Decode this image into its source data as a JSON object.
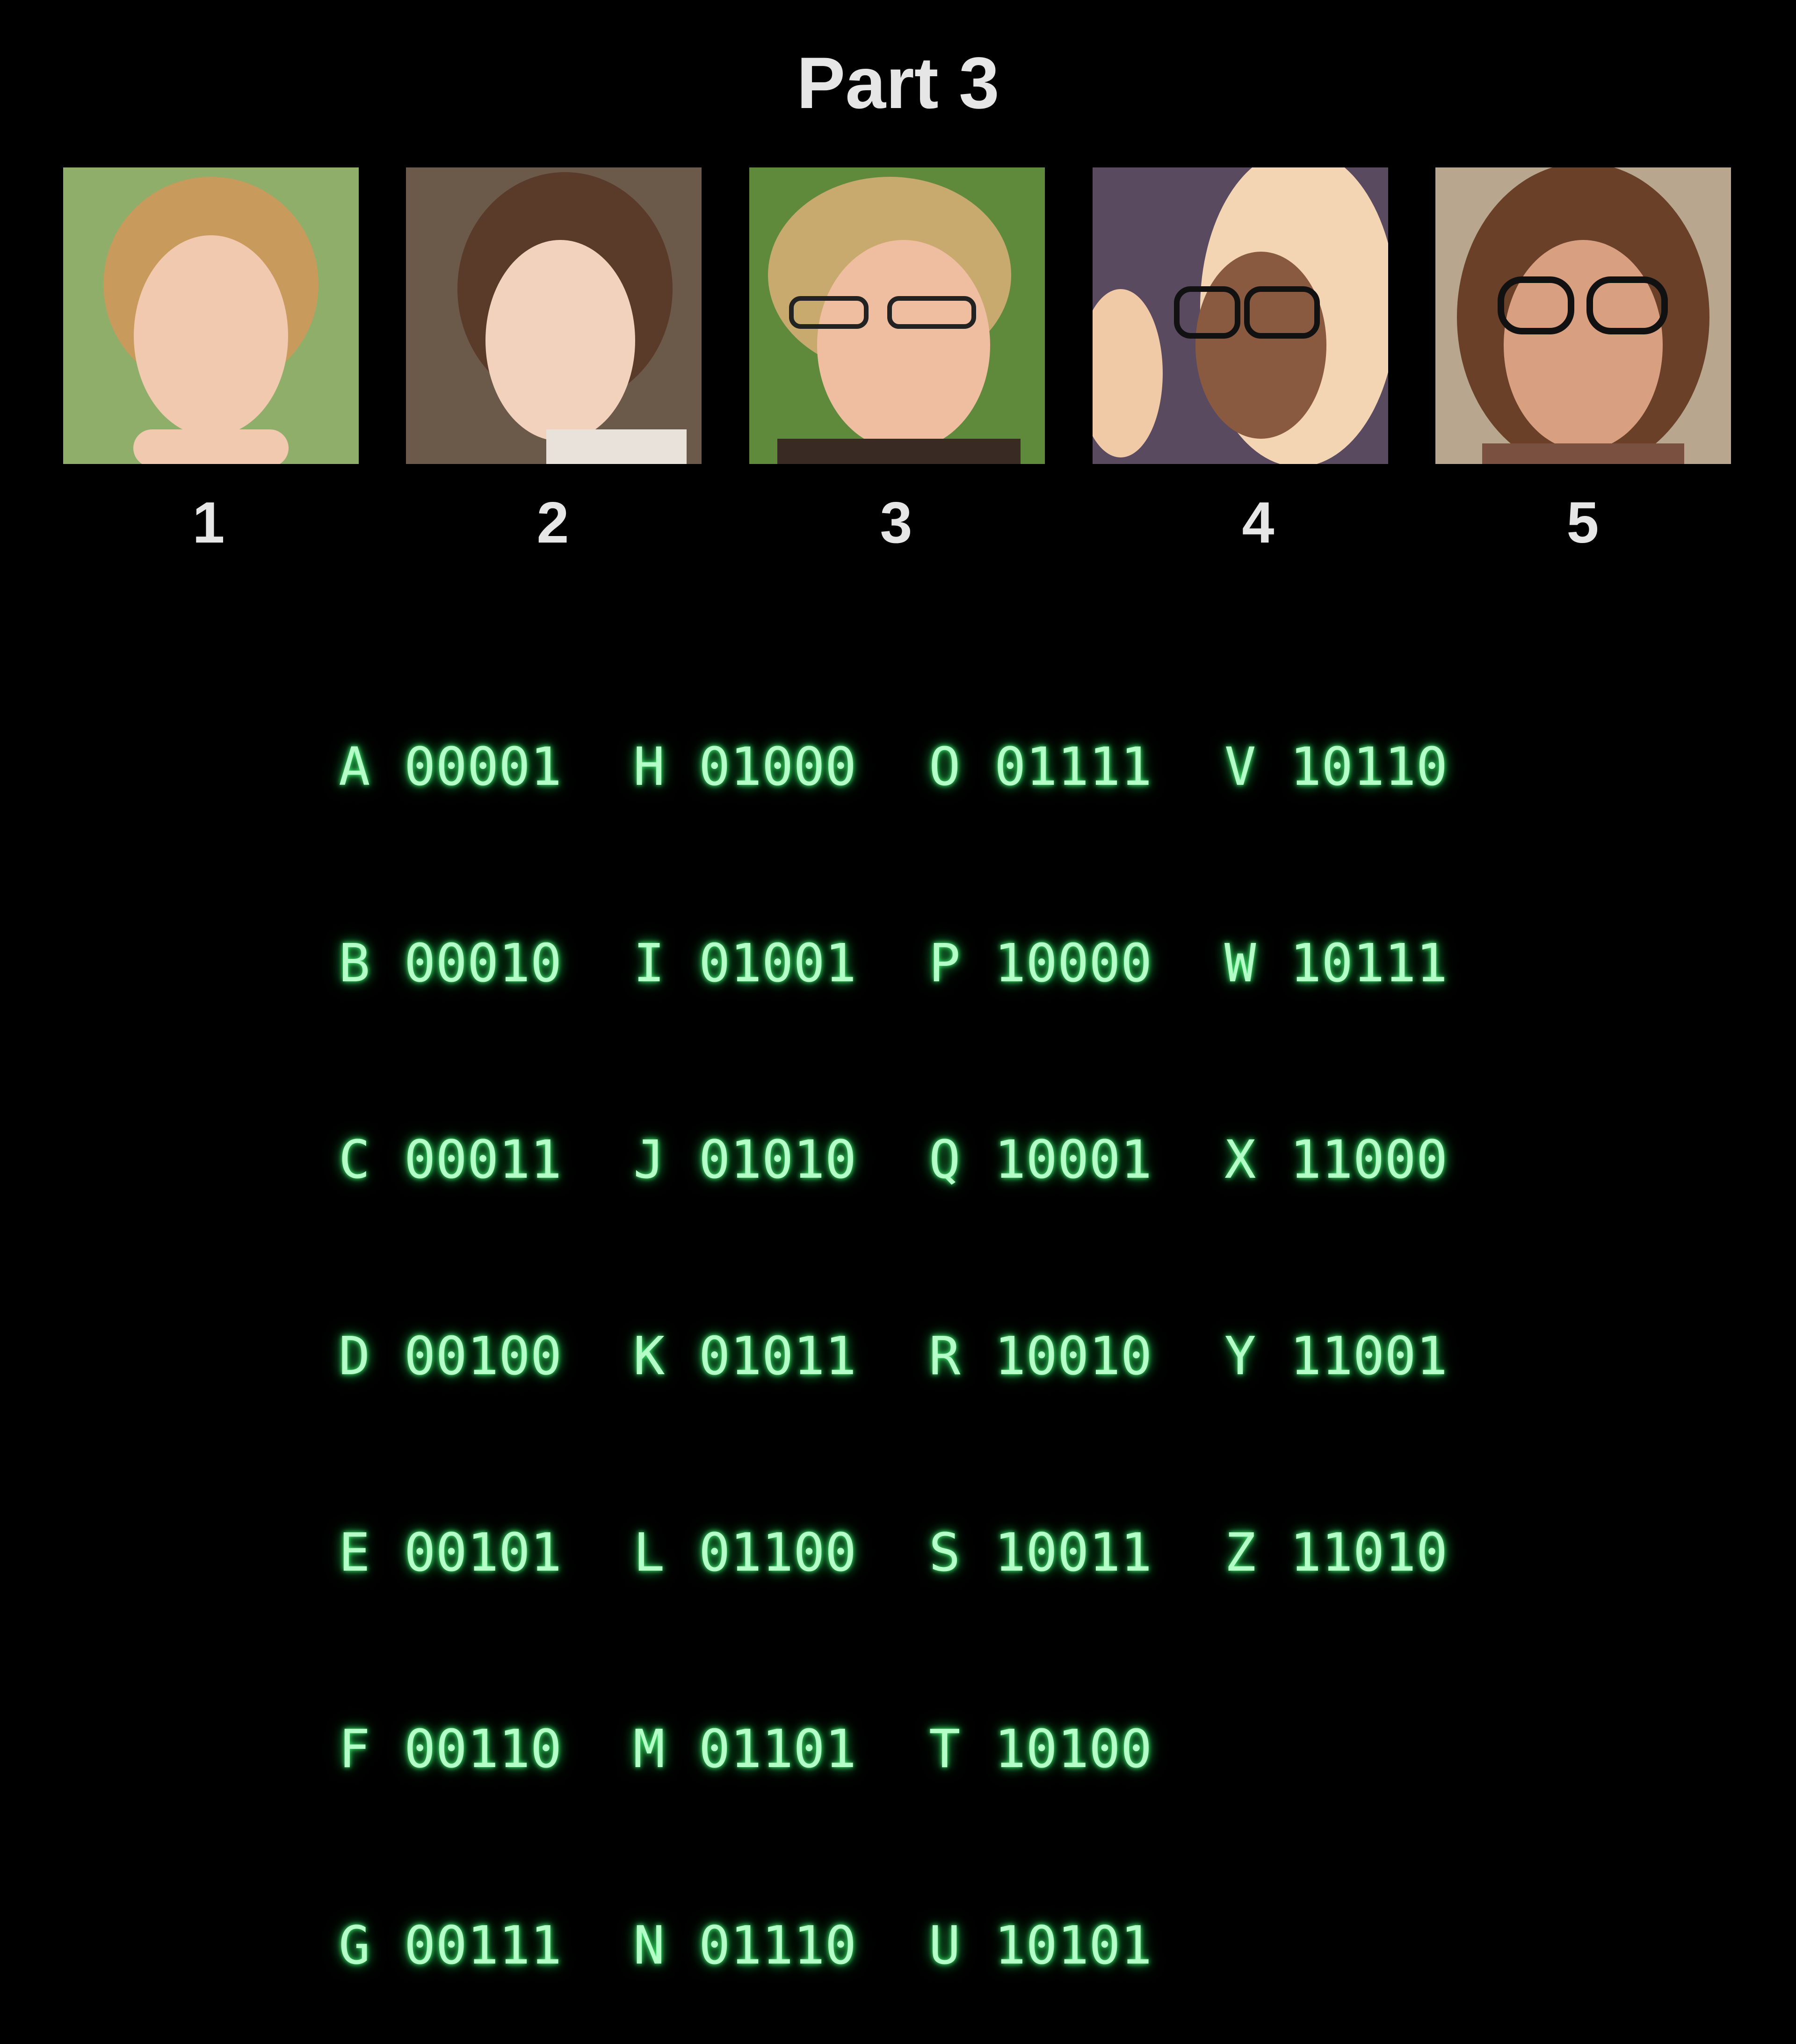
{
  "title": "Part 3",
  "faces": [
    {
      "label": "1",
      "bg": "#8fae6a",
      "skin": "#f1c9ae",
      "hair": "#c89a5c"
    },
    {
      "label": "2",
      "bg": "#6b5a4a",
      "skin": "#f2d2bd",
      "hair": "#5a3a28"
    },
    {
      "label": "3",
      "bg": "#5f8a3c",
      "skin": "#efbea0",
      "hair": "#c8aa6e"
    },
    {
      "label": "4",
      "bg": "#5a4a60",
      "skin": "#8a5a40",
      "hair": "#f3d5b4"
    },
    {
      "label": "5",
      "bg": "#b8a68e",
      "skin": "#d8a080",
      "hair": "#6a4028"
    }
  ],
  "code_columns": [
    [
      {
        "letter": "A",
        "code": "00001"
      },
      {
        "letter": "B",
        "code": "00010"
      },
      {
        "letter": "C",
        "code": "00011"
      },
      {
        "letter": "D",
        "code": "00100"
      },
      {
        "letter": "E",
        "code": "00101"
      },
      {
        "letter": "F",
        "code": "00110"
      },
      {
        "letter": "G",
        "code": "00111"
      }
    ],
    [
      {
        "letter": "H",
        "code": "01000"
      },
      {
        "letter": "I",
        "code": "01001"
      },
      {
        "letter": "J",
        "code": "01010"
      },
      {
        "letter": "K",
        "code": "01011"
      },
      {
        "letter": "L",
        "code": "01100"
      },
      {
        "letter": "M",
        "code": "01101"
      },
      {
        "letter": "N",
        "code": "01110"
      }
    ],
    [
      {
        "letter": "O",
        "code": "01111"
      },
      {
        "letter": "P",
        "code": "10000"
      },
      {
        "letter": "Q",
        "code": "10001"
      },
      {
        "letter": "R",
        "code": "10010"
      },
      {
        "letter": "S",
        "code": "10011"
      },
      {
        "letter": "T",
        "code": "10100"
      },
      {
        "letter": "U",
        "code": "10101"
      }
    ],
    [
      {
        "letter": "V",
        "code": "10110"
      },
      {
        "letter": "W",
        "code": "10111"
      },
      {
        "letter": "X",
        "code": "11000"
      },
      {
        "letter": "Y",
        "code": "11001"
      },
      {
        "letter": "Z",
        "code": "11010"
      }
    ]
  ]
}
